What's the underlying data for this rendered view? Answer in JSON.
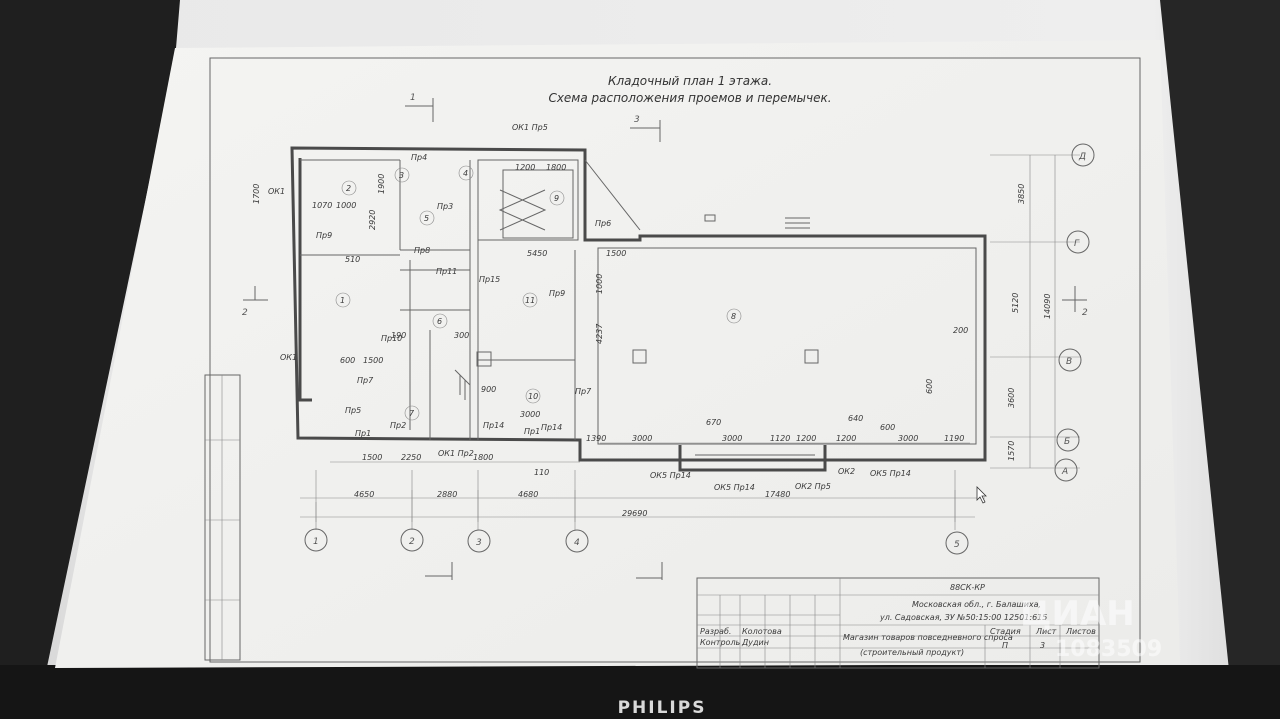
{
  "drawing": {
    "title_line1": "Кладочный план 1 этажа.",
    "title_line2": "Схема расположения проемов и перемычек.",
    "section_marks": [
      "1",
      "3",
      "2",
      "2"
    ],
    "axis_letters": [
      "Д",
      "Г",
      "В",
      "Б",
      "А"
    ],
    "axis_numbers": [
      "1",
      "2",
      "3",
      "4",
      "5"
    ],
    "rooms": [
      "2",
      "1",
      "6",
      "7",
      "9",
      "11",
      "10",
      "8",
      "3",
      "4",
      "5"
    ],
    "openings": [
      "ОК1 Пр5",
      "Пр4",
      "Пр3",
      "Пр9",
      "Пр8",
      "Пр11",
      "Пр10",
      "Пр15",
      "Пр9",
      "Пр6",
      "Пр7",
      "Пр5",
      "Пр1",
      "Пр2",
      "Пр14",
      "Пр14",
      "Пр7",
      "Пр1",
      "ОК1 Пр2",
      "ОК5 Пр14",
      "ОК5 Пр14",
      "ОК2 Пр5",
      "ОК2",
      "ОК5 Пр14"
    ],
    "dimensions_bottom": [
      "4650",
      "2880",
      "4680",
      "17480",
      "29690"
    ],
    "dimensions_row": [
      "1500",
      "2250",
      "1800",
      "110",
      "1390",
      "3000",
      "3000",
      "1120",
      "1200",
      "1200",
      "3000",
      "1190"
    ],
    "dimensions_right": [
      "3850",
      "5120",
      "3600",
      "1570",
      "14090"
    ],
    "dimensions_misc": [
      "1700",
      "1070",
      "1000",
      "2920",
      "510",
      "1900",
      "600",
      "1500",
      "1200",
      "1800",
      "5450",
      "1500",
      "1000",
      "4237",
      "900",
      "3000",
      "670",
      "640",
      "600",
      "200",
      "600",
      "190",
      "300"
    ],
    "stamp": {
      "code": "88СК-КР",
      "address_line1": "Московская обл., г. Балашиха,",
      "address_line2": "ул. Садовская, ЗУ №50:15:00 12501:615",
      "object_line1": "Магазин товаров повседневного спроса",
      "object_line2": "(строительный продукт)",
      "stage": "П",
      "sheet": "3",
      "headers": [
        "Стадия",
        "Лист",
        "Листов"
      ],
      "roles": [
        "Разраб.",
        "Контроль"
      ],
      "names": [
        "Колотова",
        "Дудин"
      ]
    }
  },
  "monitor": {
    "brand": "PHILIPS"
  },
  "watermark": {
    "text": "ЦИАН",
    "id": "1083509"
  }
}
